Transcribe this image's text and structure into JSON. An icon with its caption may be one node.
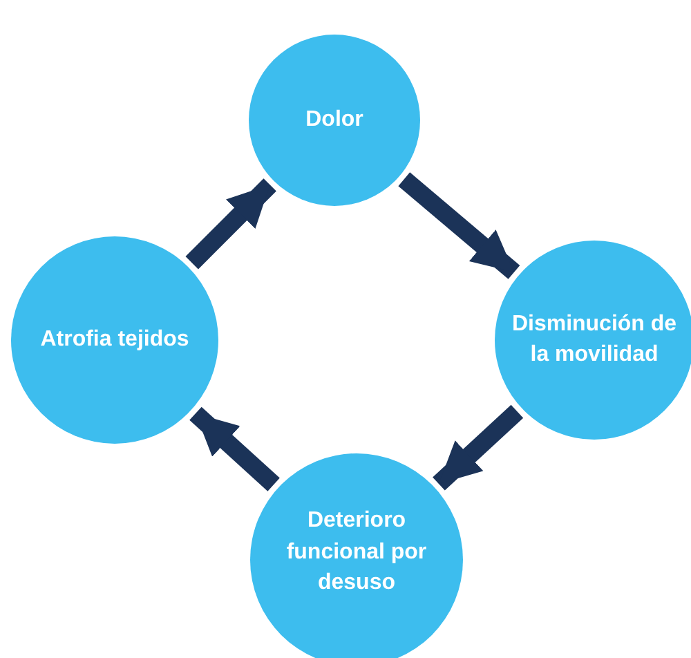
{
  "diagram": {
    "nodes": [
      {
        "text": [
          "Dolor"
        ]
      },
      {
        "text": [
          "Disminución de la movilidad"
        ]
      },
      {
        "text": [
          "Deterioro funcional por desuso"
        ]
      },
      {
        "text": [
          "Atrofia tejidos"
        ]
      }
    ],
    "edges": [
      {
        "from": 0,
        "to": 1,
        "arrow": "to"
      },
      {
        "from": 1,
        "to": 2,
        "arrow": "to"
      },
      {
        "from": 2,
        "to": 3,
        "arrow": "to"
      },
      {
        "from": 3,
        "to": 0,
        "arrow": "to"
      }
    ]
  }
}
